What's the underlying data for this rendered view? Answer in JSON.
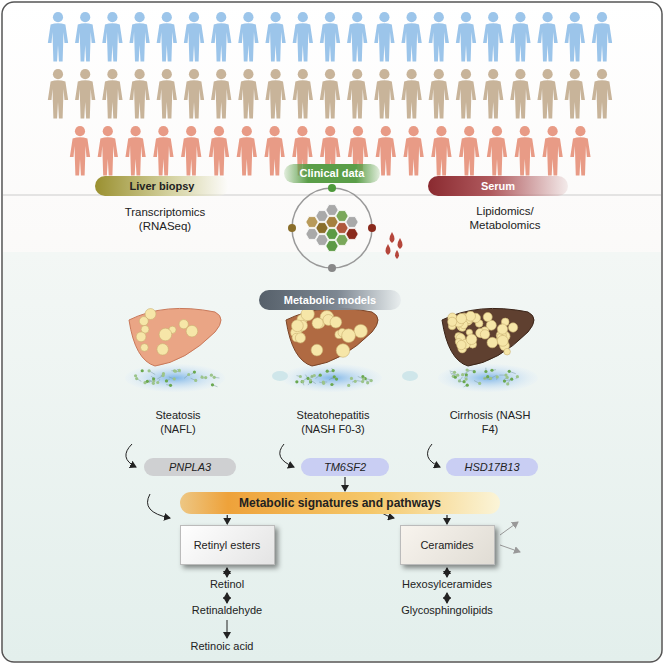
{
  "diagram": {
    "nodes": [
      {
        "text": [
          "Clinical data"
        ]
      },
      {
        "text": [
          "Liver biopsy"
        ]
      },
      {
        "text": [
          "Serum"
        ]
      },
      {
        "text": [
          "Metabolic models"
        ]
      },
      {
        "text": [
          "PNPLA3"
        ]
      },
      {
        "text": [
          "TM6SF2"
        ]
      },
      {
        "text": [
          "HSD17B13"
        ]
      },
      {
        "text": [
          "Metabolic signatures and pathways"
        ]
      },
      {
        "text": [
          "Retinyl esters"
        ]
      },
      {
        "text": [
          "Ceramides"
        ]
      }
    ],
    "edges": [
      {
        "from": 5,
        "to": 7,
        "arrow": "to"
      },
      {
        "from": 7,
        "to": 8,
        "arrow": "to"
      },
      {
        "from": 7,
        "to": 9,
        "arrow": "to"
      }
    ],
    "labels": [
      "Transcriptomics (RNASeq)",
      "Lipidomics/ Metabolomics",
      "Steatosis (NAFL)",
      "Steatohepatitis (NASH F0-3)",
      "Cirrhosis (NASH F4)",
      "Retinol",
      "Retinaldehyde",
      "Retinoic acid",
      "Hexosylceramides",
      "Glycosphingolipids"
    ]
  }
}
